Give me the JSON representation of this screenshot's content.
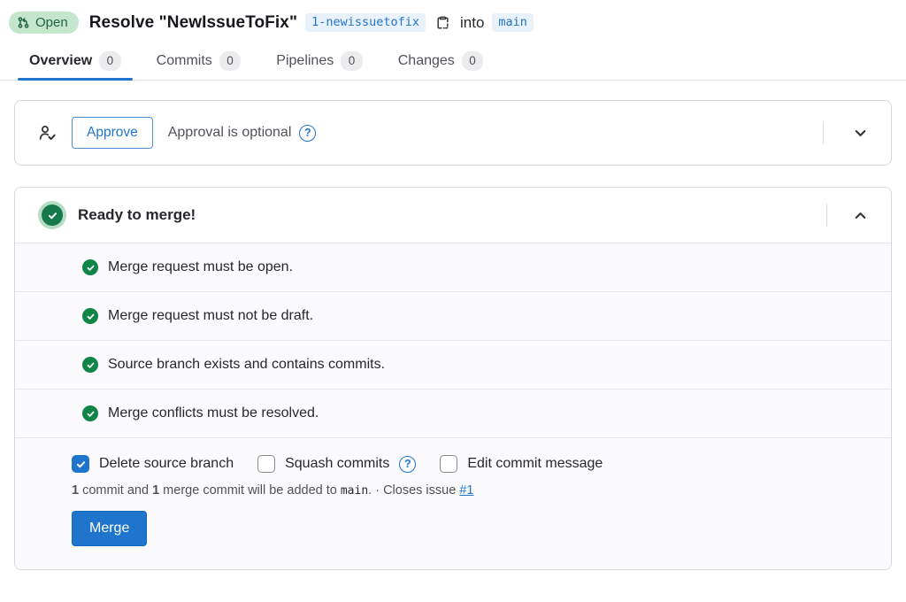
{
  "header": {
    "status_label": "Open",
    "title": "Resolve \"NewIssueToFix\"",
    "source_branch": "1-newissuetofix",
    "into_text": "into",
    "target_branch": "main"
  },
  "tabs": [
    {
      "label": "Overview",
      "count": "0",
      "active": true
    },
    {
      "label": "Commits",
      "count": "0",
      "active": false
    },
    {
      "label": "Pipelines",
      "count": "0",
      "active": false
    },
    {
      "label": "Changes",
      "count": "0",
      "active": false
    }
  ],
  "approval": {
    "approve_button": "Approve",
    "note": "Approval is optional",
    "help_glyph": "?"
  },
  "merge_widget": {
    "heading": "Ready to merge!",
    "checks": [
      "Merge request must be open.",
      "Merge request must not be draft.",
      "Source branch exists and contains commits.",
      "Merge conflicts must be resolved."
    ],
    "options": [
      {
        "label": "Delete source branch",
        "checked": true
      },
      {
        "label": "Squash commits",
        "checked": false,
        "help_glyph": "?"
      },
      {
        "label": "Edit commit message",
        "checked": false
      }
    ],
    "summary": {
      "count1": "1",
      "part1": " commit and ",
      "count2": "1",
      "part2": " merge commit will be added to ",
      "branch": "main",
      "part3": ". · Closes issue ",
      "issue_link": "#1"
    },
    "merge_button": "Merge"
  },
  "colors": {
    "accent_blue": "#1f75cb",
    "success_green": "#108548",
    "open_badge_bg": "#c3e6cd",
    "open_badge_text": "#24663b",
    "branch_badge_bg": "#e9f2fb",
    "section_bg": "#fbfafc"
  }
}
